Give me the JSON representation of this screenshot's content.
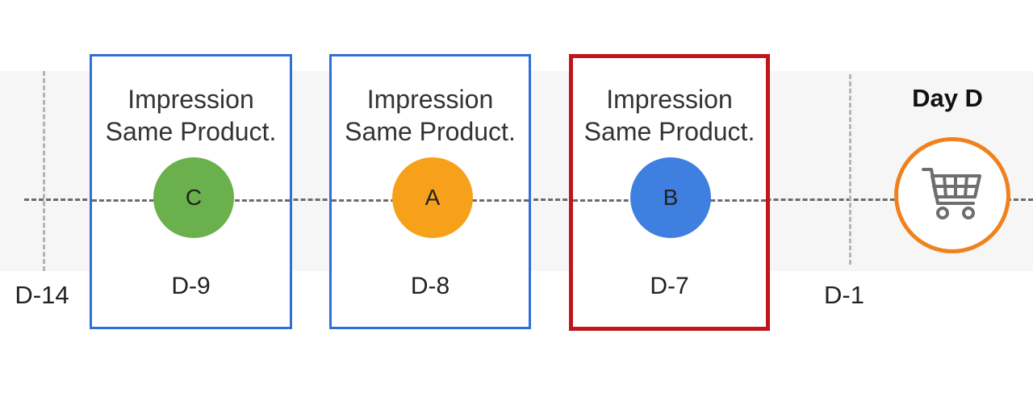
{
  "axis_labels": {
    "start": "D-14",
    "end": "D-1",
    "target": "Day D"
  },
  "boxes": [
    {
      "title_line1": "Impression",
      "title_line2": "Same Product.",
      "item": "C",
      "day": "D-9",
      "border_color": "#2f6fd6",
      "circle_color": "#6ab04c"
    },
    {
      "title_line1": "Impression",
      "title_line2": "Same Product.",
      "item": "A",
      "day": "D-8",
      "border_color": "#2f6fd6",
      "circle_color": "#f7a11a"
    },
    {
      "title_line1": "Impression",
      "title_line2": "Same Product.",
      "item": "B",
      "day": "D-7",
      "border_color": "#c0151b",
      "circle_color": "#3f7fe0"
    }
  ],
  "icons": {
    "purchase": "shopping-cart-icon"
  },
  "colors": {
    "cart_ring": "#f0821e",
    "cart_icon": "#6e6e6e",
    "timeline": "#6b6b6b"
  }
}
